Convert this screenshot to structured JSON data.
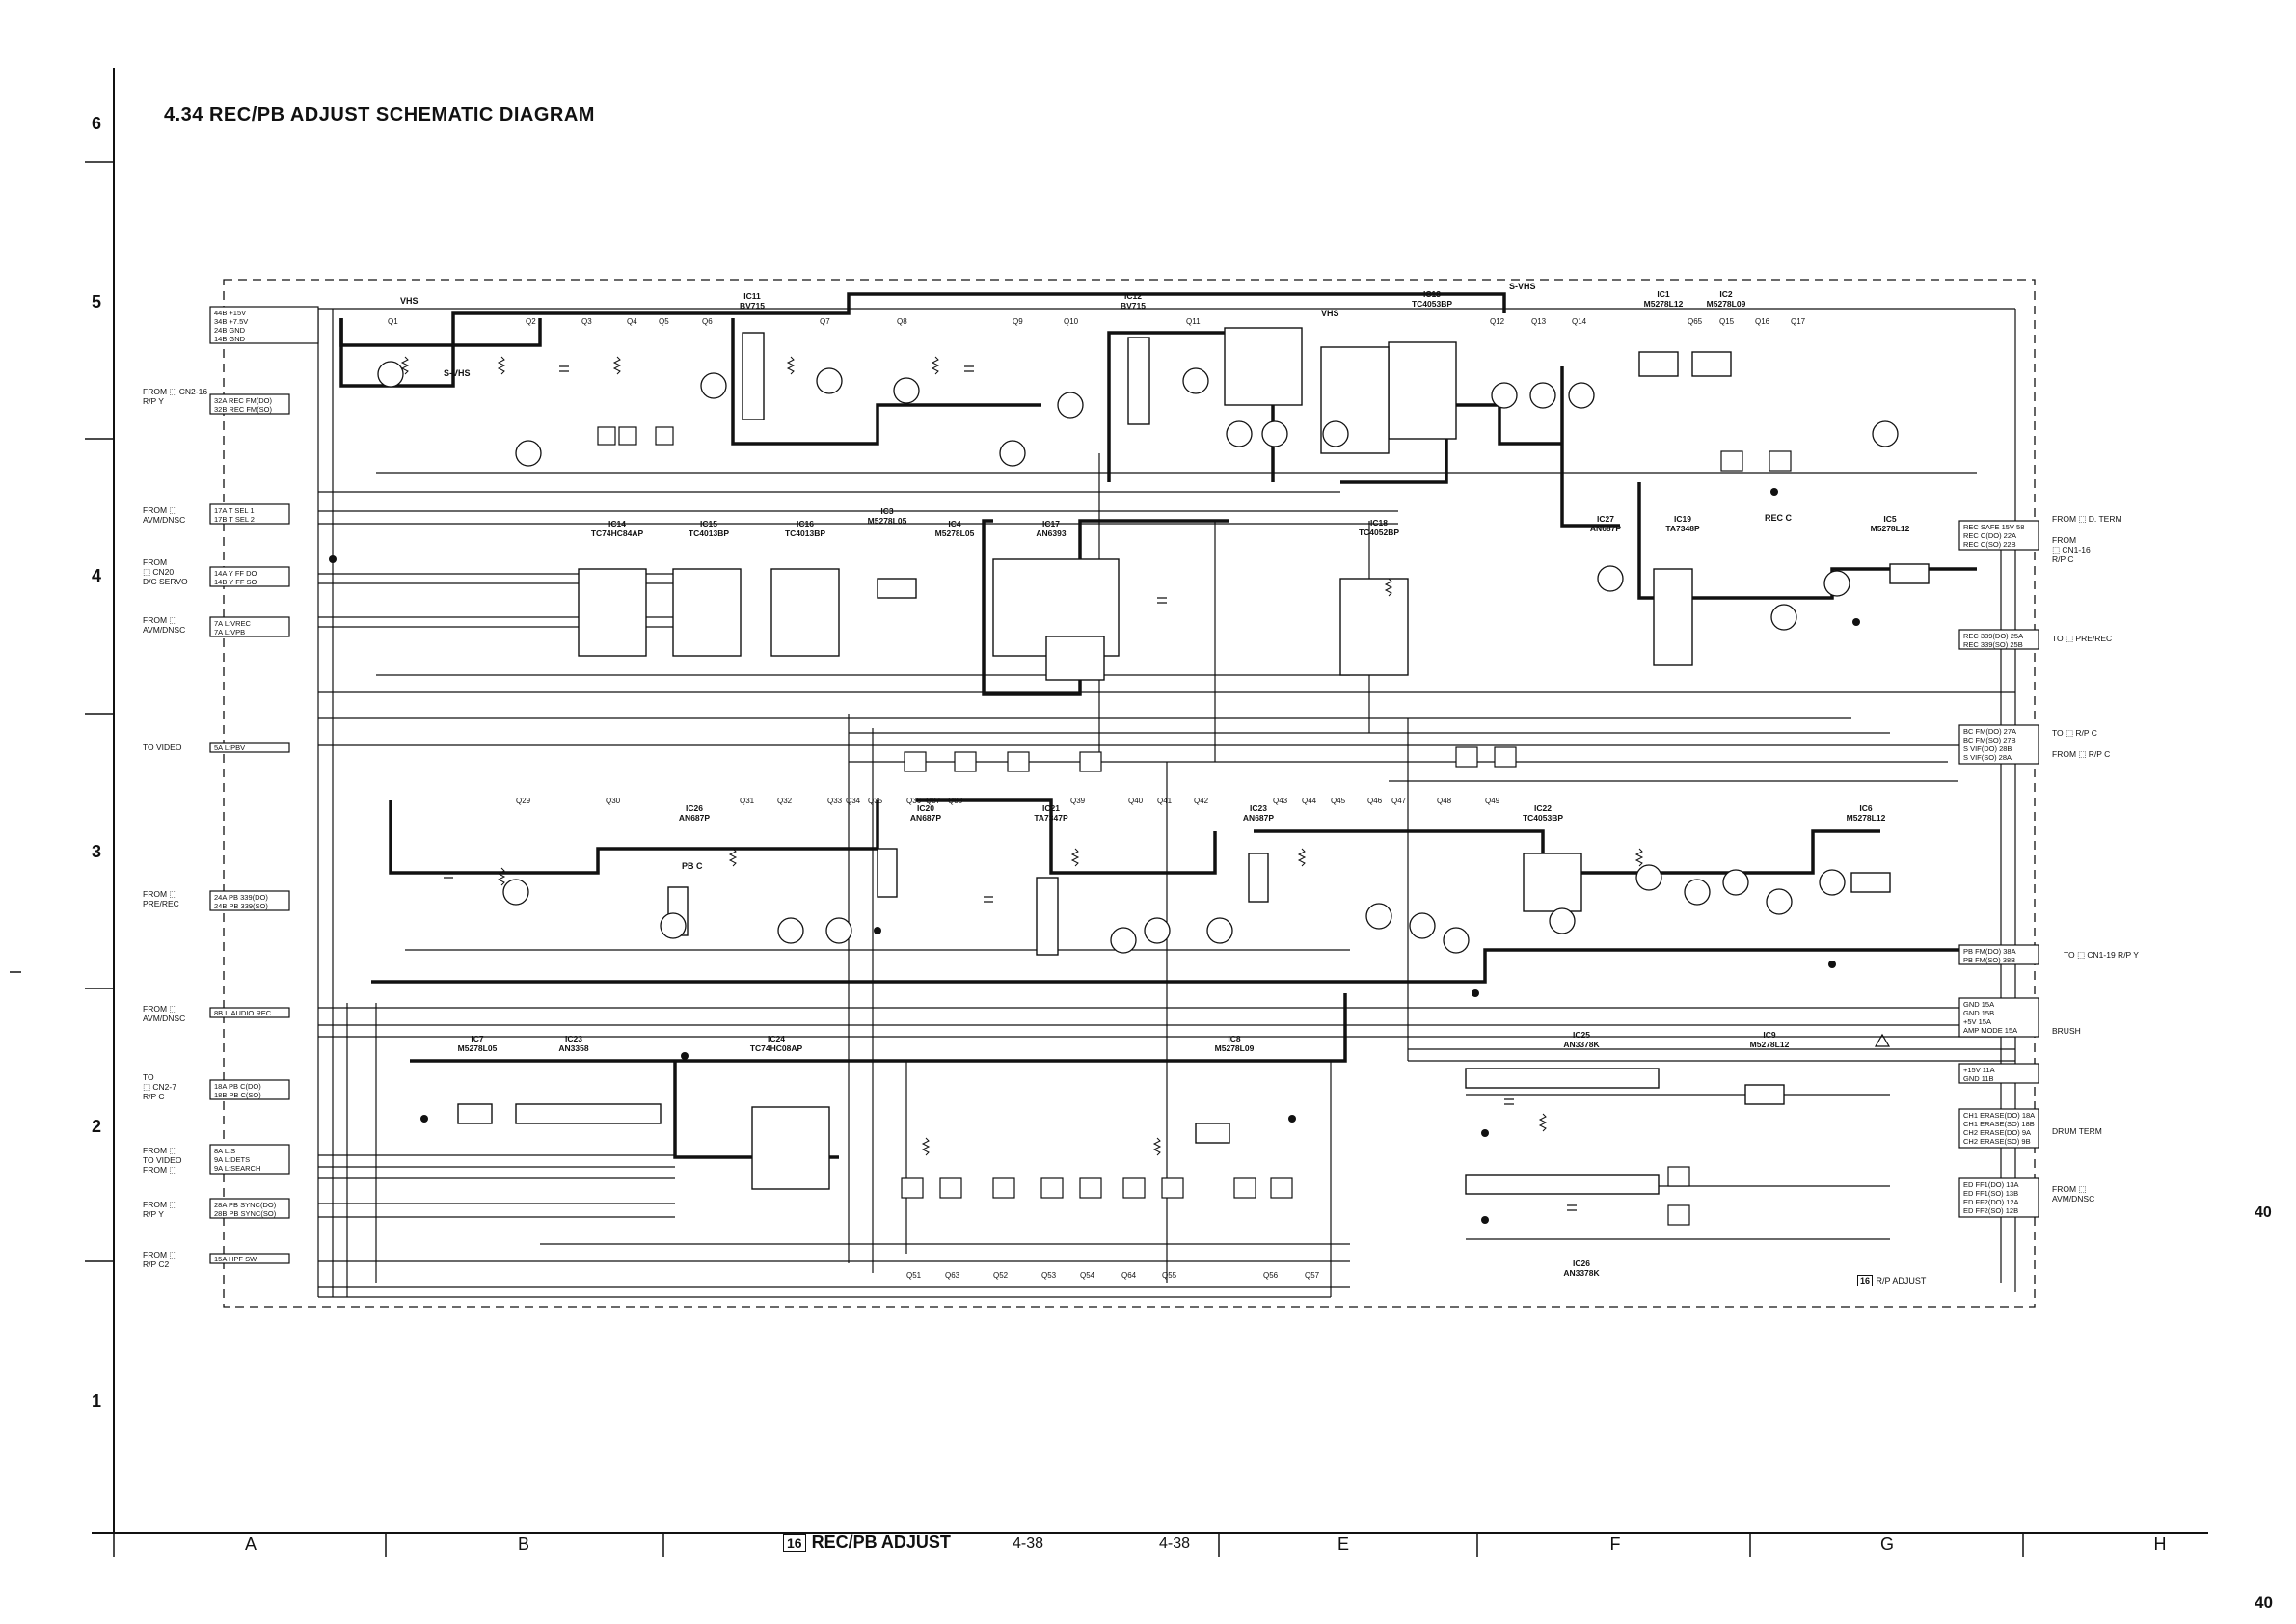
{
  "title": "4.34  REC/PB ADJUST SCHEMATIC DIAGRAM",
  "page_number": "40",
  "row_numbers": [
    "6",
    "5",
    "4",
    "3",
    "2",
    "1"
  ],
  "column_letters": [
    "A",
    "B",
    "E",
    "F",
    "G",
    "H"
  ],
  "footer": {
    "board_code": "16",
    "title": "REC/PB ADJUST",
    "page_ref_left": "4-38",
    "page_ref_right": "4-38"
  },
  "board_label": {
    "code": "16",
    "text": "R/P ADJUST"
  },
  "left_connections": [
    {
      "label": "FROM ⬚ CN2-16\nR/P Y",
      "pins": [
        "32A  REC FM(DO)",
        "32B  REC FM(SO)"
      ]
    },
    {
      "label": "FROM ⬚\nAVM/DNSC",
      "pins": [
        "17A  T SEL 1",
        "17B  T SEL 2"
      ]
    },
    {
      "label": "FROM\n⬚ CN20\nD/C SERVO",
      "pins": [
        "14A  Y FF DO",
        "14B  Y FF SO"
      ]
    },
    {
      "label": "FROM ⬚\nAVM/DNSC",
      "pins": [
        "7A  L:VREC",
        "7A  L:VPB"
      ]
    },
    {
      "label": "TO VIDEO",
      "pins": [
        "5A  L:PBV"
      ]
    },
    {
      "label": "FROM ⬚\nPRE/REC",
      "pins": [
        "24A  PB 339(DO)",
        "24B  PB 339(SO)"
      ]
    },
    {
      "label": "FROM ⬚\nAVM/DNSC",
      "pins": [
        "8B  L:AUDIO REC"
      ]
    },
    {
      "label": "TO\n⬚ CN2-7\nR/P C",
      "pins": [
        "18A  PB C(DO)",
        "18B  PB C(SO)"
      ]
    },
    {
      "label": "FROM ⬚\nTO VIDEO\nFROM ⬚",
      "pins": [
        "8A  L:S",
        "9A  L:DETS",
        "9A  L:SEARCH"
      ]
    },
    {
      "label": "FROM ⬚\nR/P Y",
      "pins": [
        "28A  PB SYNC(DO)",
        "28B  PB SYNC(SO)"
      ]
    },
    {
      "label": "FROM ⬚\nR/P C2",
      "pins": [
        "15A  HPF SW"
      ]
    }
  ],
  "power_pins": [
    "44B  +15V",
    "34B  +7.5V",
    "24B  GND",
    "14B  GND"
  ],
  "right_connections": [
    {
      "label": "FROM ⬚ D. TERM",
      "pins": [
        "REC SAFE 15V  58",
        "REC C(DO)  22A",
        "REC C(SO)  22B"
      ]
    },
    {
      "label": "FROM\n⬚ CN1-16\nR/P C",
      "pins": []
    },
    {
      "label": "TO ⬚ PRE/REC",
      "pins": [
        "REC 339(DO)  25A",
        "REC 339(SO)  25B"
      ]
    },
    {
      "label": "TO ⬚ R/P C",
      "pins": [
        "BC FM(DO)  27A",
        "BC FM(SO)  27B"
      ]
    },
    {
      "label": "FROM ⬚ R/P C",
      "pins": [
        "S VIF(DO)  28B",
        "S VIF(SO)  28A"
      ]
    },
    {
      "label": "TO ⬚ CN1-19 R/P Y",
      "pins": [
        "PB FM(DO)  38A",
        "PB FM(SO)  38B"
      ]
    },
    {
      "label": "BRUSH",
      "pins": [
        "GND  15A",
        "GND  15B",
        "+5V  15A",
        "AMP MODE  15A"
      ]
    },
    {
      "label": "",
      "pins": [
        "+15V  11A",
        "GND  11B"
      ]
    },
    {
      "label": "DRUM TERM",
      "pins": [
        "CH1 ERASE(DO)  18A",
        "CH1 ERASE(SO)  18B",
        "CH2 ERASE(DO)  9A",
        "CH2 ERASE(SO)  9B"
      ]
    },
    {
      "label": "FROM ⬚\nAVM/DNSC",
      "pins": [
        "ED FF1(DO)  13A",
        "ED FF1(SO)  13B",
        "ED FF2(DO)  12A",
        "ED FF2(SO)  12B"
      ]
    }
  ],
  "ics": [
    {
      "ref": "IC11",
      "part": "BV715"
    },
    {
      "ref": "IC12",
      "part": "BV715"
    },
    {
      "ref": "IC13",
      "part": "TC4053BP"
    },
    {
      "ref": "IC1",
      "part": "M5278L12"
    },
    {
      "ref": "IC2",
      "part": "M5278L09"
    },
    {
      "ref": "IC14",
      "part": "TC74HC84AP"
    },
    {
      "ref": "IC15",
      "part": "TC4013BP"
    },
    {
      "ref": "IC16",
      "part": "TC4013BP"
    },
    {
      "ref": "IC3",
      "part": "M5278L05"
    },
    {
      "ref": "IC4",
      "part": "M5278L05"
    },
    {
      "ref": "IC17",
      "part": "AN6393"
    },
    {
      "ref": "IC18",
      "part": "TC4052BP"
    },
    {
      "ref": "IC27",
      "part": "AN687P"
    },
    {
      "ref": "IC19",
      "part": "TA7348P"
    },
    {
      "ref": "IC5",
      "part": "M5278L12"
    },
    {
      "ref": "IC26",
      "part": "AN687P"
    },
    {
      "ref": "IC20",
      "part": "AN687P"
    },
    {
      "ref": "IC21",
      "part": "TA7347P"
    },
    {
      "ref": "IC23",
      "part": "AN687P"
    },
    {
      "ref": "IC22",
      "part": "TC4053BP"
    },
    {
      "ref": "IC6",
      "part": "M5278L12"
    },
    {
      "ref": "IC7",
      "part": "M5278L05"
    },
    {
      "ref": "IC23",
      "part": "AN3358"
    },
    {
      "ref": "IC24",
      "part": "TC74HC08AP"
    },
    {
      "ref": "IC8",
      "part": "M5278L09"
    },
    {
      "ref": "IC25",
      "part": "AN3378K"
    },
    {
      "ref": "IC9",
      "part": "M5278L12"
    },
    {
      "ref": "IC26",
      "part": "AN3378K"
    }
  ],
  "transistor_rows": {
    "top": [
      "Q1",
      "Q2",
      "Q3",
      "Q4",
      "Q5",
      "Q6",
      "Q7",
      "Q8",
      "Q9",
      "Q10",
      "Q11",
      "Q12",
      "Q13",
      "Q14",
      "Q65",
      "Q15",
      "Q16",
      "Q17"
    ],
    "middle": [
      "Q29",
      "Q30",
      "Q31",
      "Q32",
      "Q33",
      "Q34",
      "Q35",
      "Q36",
      "Q37",
      "Q38",
      "Q39",
      "Q40",
      "Q41",
      "Q42",
      "Q43",
      "Q44",
      "Q45",
      "Q46",
      "Q47",
      "Q48",
      "Q49"
    ],
    "bottom": [
      "Q51",
      "Q63",
      "Q52",
      "Q53",
      "Q54",
      "Q64",
      "Q55",
      "Q56",
      "Q57"
    ]
  },
  "signal_tags": [
    "VHS",
    "S-VHS",
    "PB C",
    "REC C",
    "S-VHS",
    "VHS"
  ]
}
